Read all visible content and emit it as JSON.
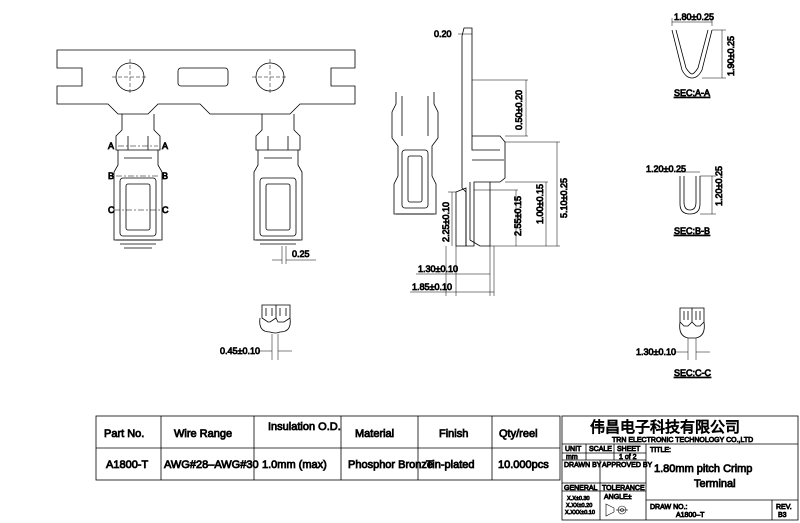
{
  "section_labels": {
    "a": "A",
    "b": "B",
    "c": "C",
    "sec_a": "SEC:A-A",
    "sec_b": "SEC:B-B",
    "sec_c": "SEC:C-C"
  },
  "dimensions": {
    "d_025": "0.25",
    "d_045": "0.45±0.10",
    "d_020": "0.20",
    "d_050": "0.50±0.20",
    "d_510": "5.10±0.25",
    "d_100": "1.00±0.15",
    "d_255": "2.55±0.15",
    "d_225": "2.25±0.10",
    "d_130s": "1.30±0.10",
    "d_185": "1.85±0.10",
    "d_180": "1.80±0.25",
    "d_190": "1.90±0.25",
    "d_120a": "1.20±0.25",
    "d_120b": "1.20±0.25",
    "d_130c": "1.30±0.10"
  },
  "spec_table": {
    "headers": [
      "Part No.",
      "Wire Range",
      "Insulation O.D.",
      "Material",
      "Finish",
      "Qty/reel"
    ],
    "row": [
      "A1800-T",
      "AWG#28–AWG#30",
      "1.0mm (max)",
      "Phosphor Bronze",
      "Tin-plated",
      "10.000pcs"
    ]
  },
  "title_block": {
    "company_cn": "伟昌电子科技有限公司",
    "company_en": "TRN ELECTRONIC TECHNOLOGY CO.,LTD",
    "unit_label": "UNIT",
    "unit_value": "mm",
    "scale_label": "SCALE",
    "sheet_label": "SHEET",
    "sheet_value": "1 of 2",
    "title_label": "TITLE:",
    "title_line1": "1.80mm pitch Crimp",
    "title_line2": "Terminal",
    "drawn_by": "DRAWN BY",
    "approved_by": "APPROVED BY",
    "general": "GENERAL",
    "tolerance": "TOLERANCE",
    "tol1": "X.X±0.30",
    "tol2": "X.XX±0.20",
    "tol3": "X.XXX±0.10",
    "angle": "ANGLE±",
    "draw_no_label": "DRAW NO.:",
    "draw_no": "A1800–T",
    "rev_label": "REV.",
    "rev": "B3"
  }
}
